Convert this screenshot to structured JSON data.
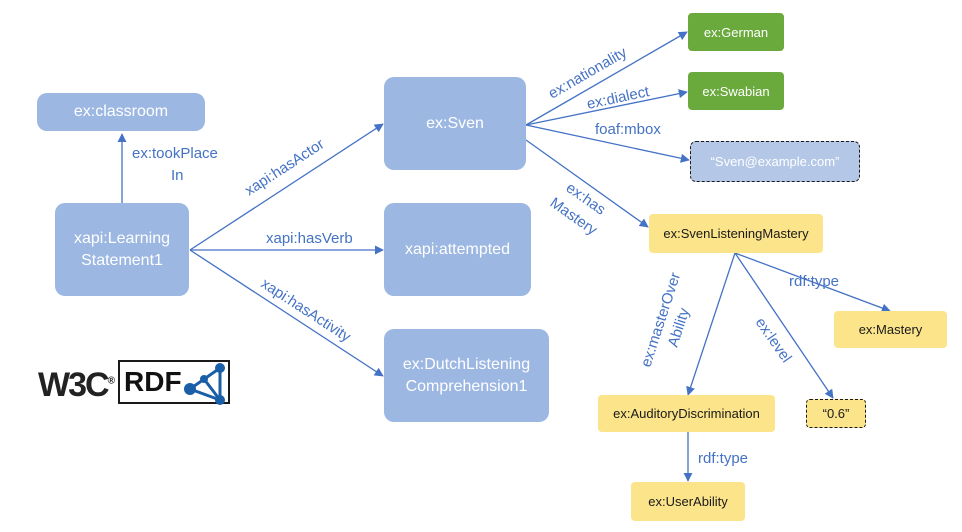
{
  "nodes": {
    "classroom": "ex:classroom",
    "statement_line1": "xapi:Learning",
    "statement_line2": "Statement1",
    "sven": "ex:Sven",
    "attempted": "xapi:attempted",
    "activity_line1": "ex:DutchListening",
    "activity_line2": "Comprehension1",
    "german": "ex:German",
    "swabian": "ex:Swabian",
    "mbox": "“Sven@example.com”",
    "mastery_instance": "ex:SvenListeningMastery",
    "mastery_class": "ex:Mastery",
    "auditory": "ex:AuditoryDiscrimination",
    "level_value": "“0.6”",
    "user_ability": "ex:UserAbility"
  },
  "edges": {
    "took_place_line1": "ex:tookPlace",
    "took_place_line2": "In",
    "has_actor": "xapi:hasActor",
    "has_verb": "xapi:hasVerb",
    "has_activity": "xapi:hasActivity",
    "nationality": "ex:nationality",
    "dialect": "ex:dialect",
    "mbox": "foaf:mbox",
    "has_mastery_line1": "ex:has",
    "has_mastery_line2": "Mastery",
    "rdf_type_mastery": "rdf:type",
    "master_over_line1": "ex:masterOver",
    "master_over_line2": "Ability",
    "level": "ex:level",
    "rdf_type_ability": "rdf:type"
  },
  "logos": {
    "w3c": "W3C",
    "w3c_reg": "®",
    "rdf": "RDF"
  },
  "colors": {
    "resource_blue": "#9cb7e2",
    "class_green": "#6aaa3c",
    "mastery_yellow": "#fbe48a",
    "edge_blue": "#4472c4"
  }
}
